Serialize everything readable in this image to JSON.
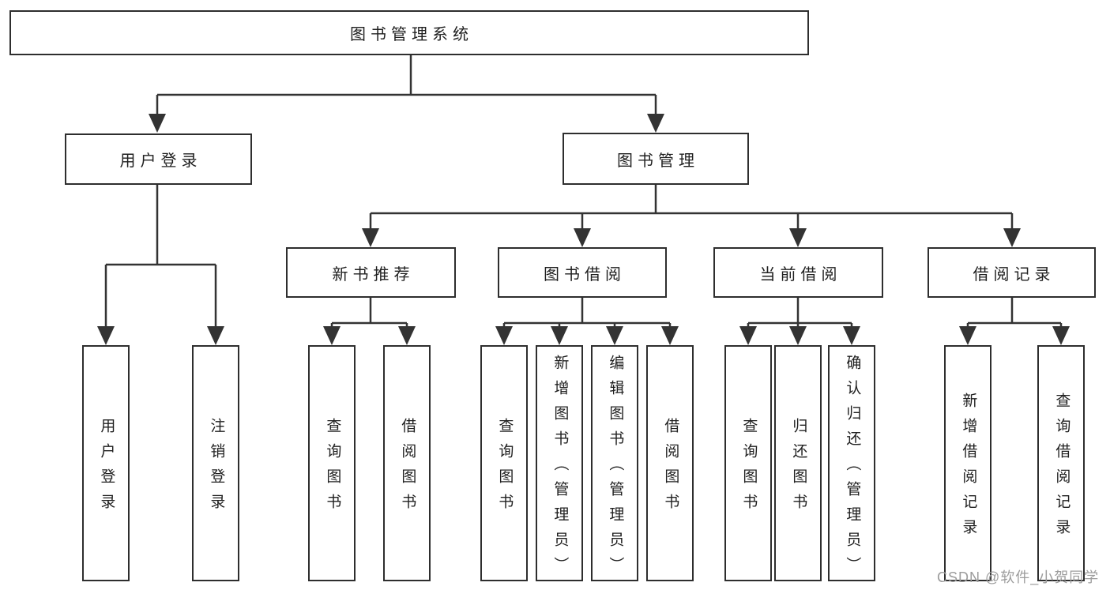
{
  "watermark": "CSDN @软件_小贺同学",
  "palette": {
    "box_border": "#2e2e2e",
    "connector_line": "#333333",
    "text": "#1f1f1f",
    "watermark_text": "#9c9c9c",
    "background": "#ffffff"
  },
  "tree": {
    "label": "图书管理系统",
    "children": [
      {
        "label": "用户登录",
        "children": [
          {
            "label": "用户登录"
          },
          {
            "label": "注销登录"
          }
        ]
      },
      {
        "label": "图书管理",
        "children": [
          {
            "label": "新书推荐",
            "children": [
              {
                "label": "查询图书"
              },
              {
                "label": "借阅图书"
              }
            ]
          },
          {
            "label": "图书借阅",
            "children": [
              {
                "label": "查询图书"
              },
              {
                "label": "新增图书（管理员）"
              },
              {
                "label": "编辑图书（管理员）"
              },
              {
                "label": "借阅图书"
              }
            ]
          },
          {
            "label": "当前借阅",
            "children": [
              {
                "label": "查询图书"
              },
              {
                "label": "归还图书"
              },
              {
                "label": "确认归还（管理员）"
              }
            ]
          },
          {
            "label": "借阅记录",
            "children": [
              {
                "label": "新增借阅记录"
              },
              {
                "label": "查询借阅记录"
              }
            ]
          }
        ]
      }
    ]
  }
}
